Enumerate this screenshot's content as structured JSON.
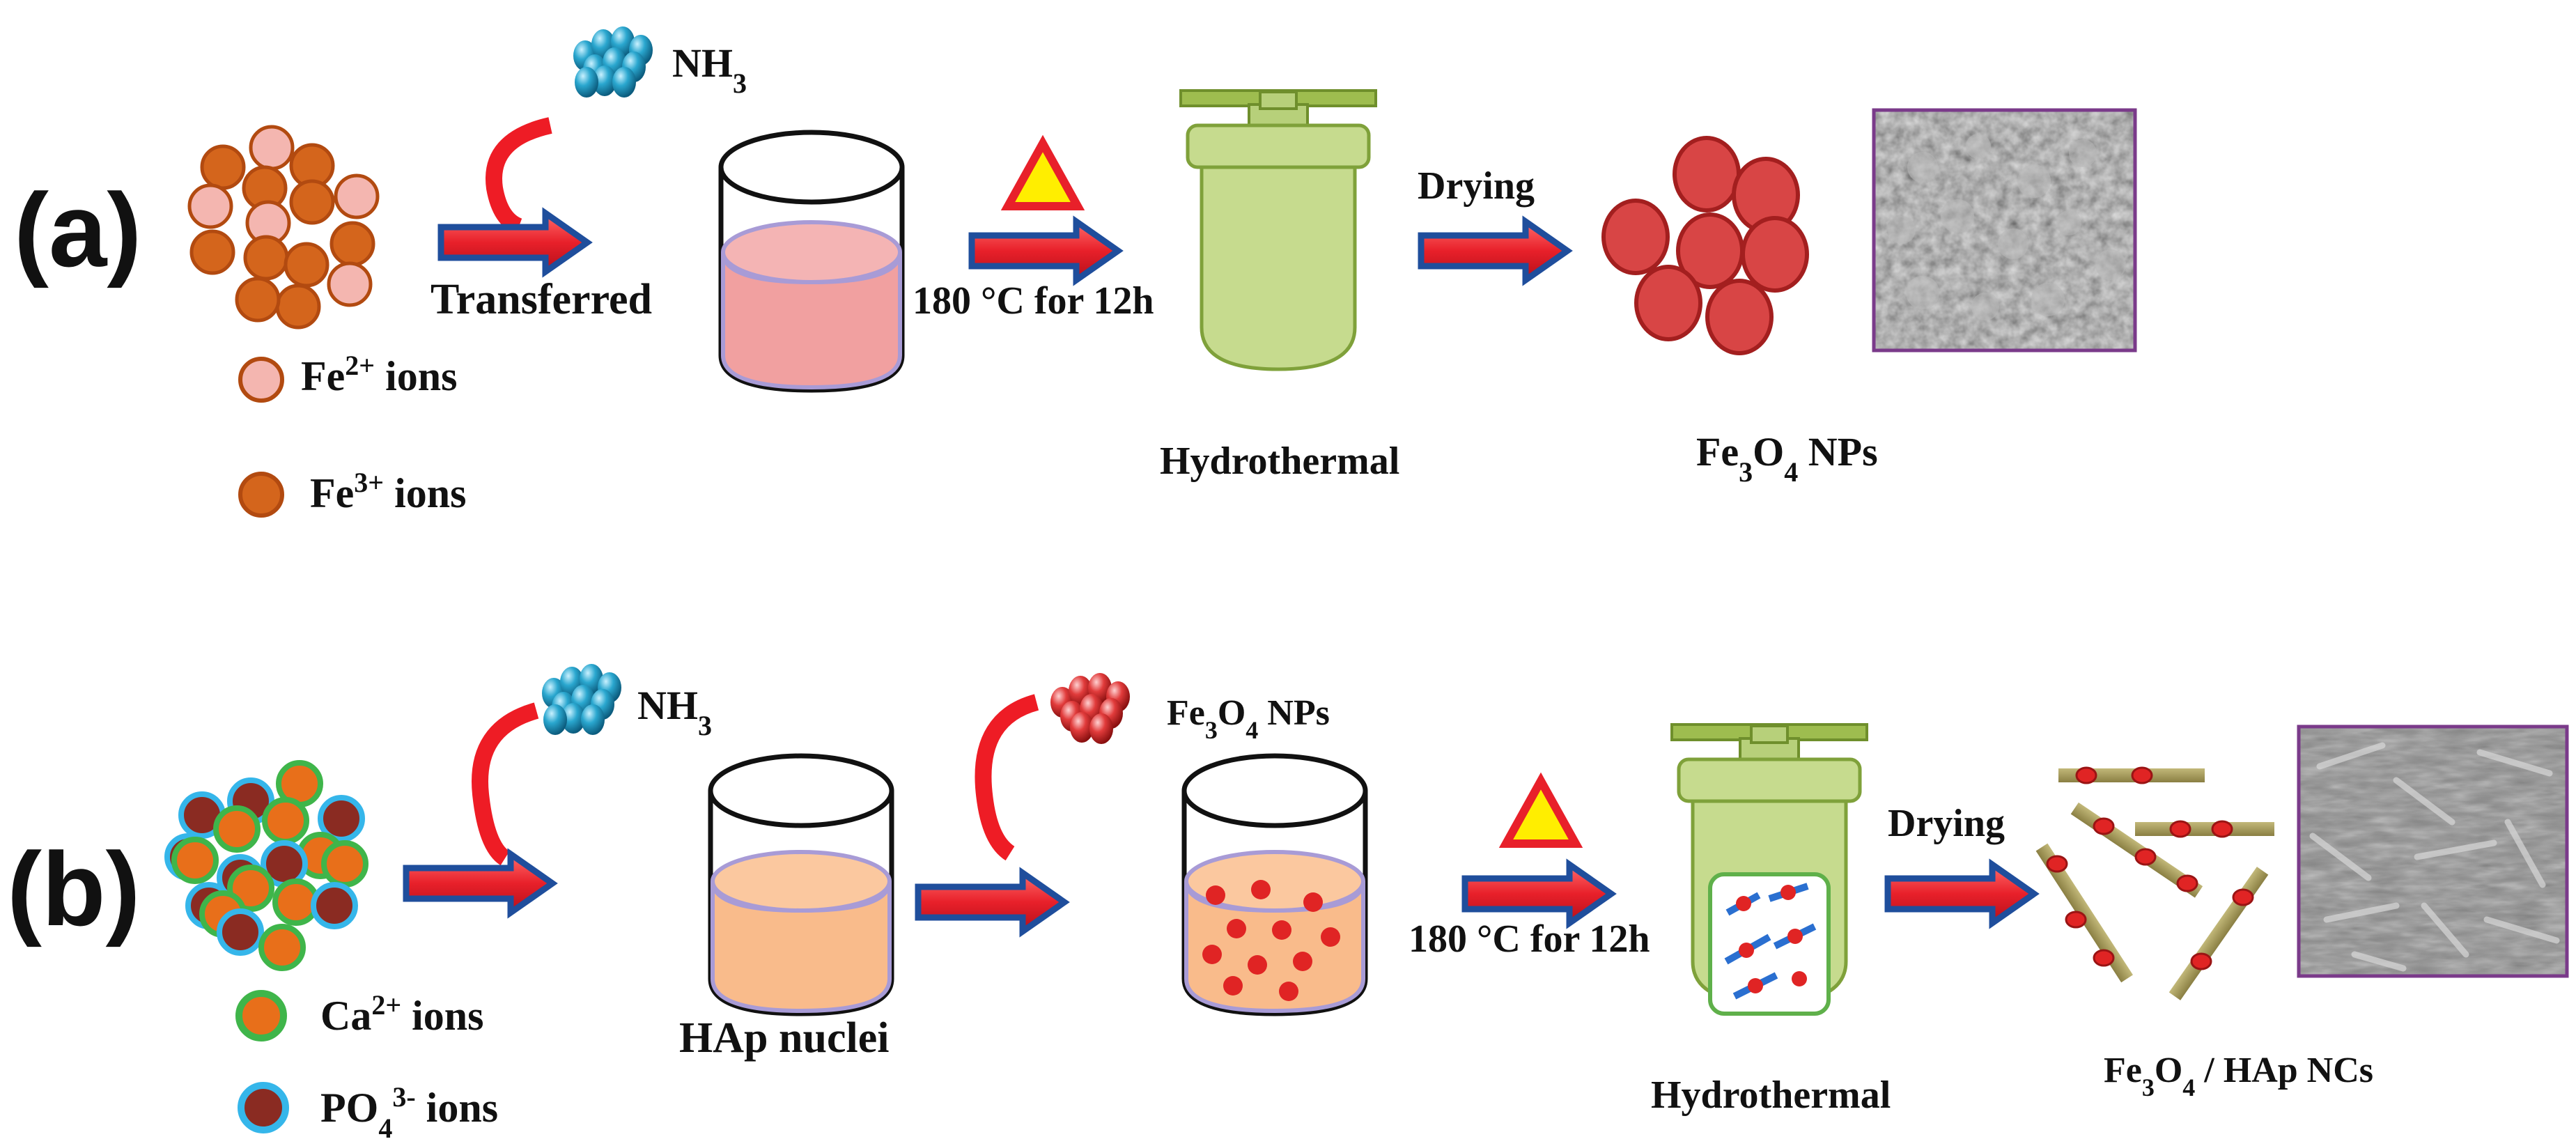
{
  "panel_a": {
    "label": "(a)",
    "reagent": "NH3",
    "step1_label": "Transferred",
    "heat_label": "180 °C for 12h",
    "reactor_label": "Hydrothermal",
    "step3_label": "Drying",
    "product_label": "Fe3O4 NPs",
    "legend": [
      {
        "ion": "Fe2+ ions",
        "color": "#f4b6b0"
      },
      {
        "ion": "Fe3+ ions",
        "color": "#d4651c"
      }
    ]
  },
  "panel_b": {
    "label": "(b)",
    "reagent1": "NH3",
    "reagent2": "Fe3O4 NPs",
    "beaker1_label": "HAp nuclei",
    "heat_label": "180 °C for 12h",
    "reactor_label": "Hydrothermal",
    "step_label": "Drying",
    "product_label": "Fe3O4 / HAp NCs",
    "legend": [
      {
        "ion": "Ca2+ ions",
        "color": "#e86f1a"
      },
      {
        "ion": "PO43- ions",
        "color": "#8a2b22"
      }
    ]
  },
  "colors": {
    "arrow_fill": "#e8202a",
    "arrow_border": "#1f4e9c",
    "hook": "#ee1c25",
    "nh3_ball": "#1f9bc4",
    "fe3o4_ball": "#d63a3a",
    "reactor": "#9ebd4f",
    "warning_fill": "#ffee00",
    "warning_border": "#e8202a",
    "rod": "#a89d5d",
    "sem_border": "#7a3a8a"
  }
}
